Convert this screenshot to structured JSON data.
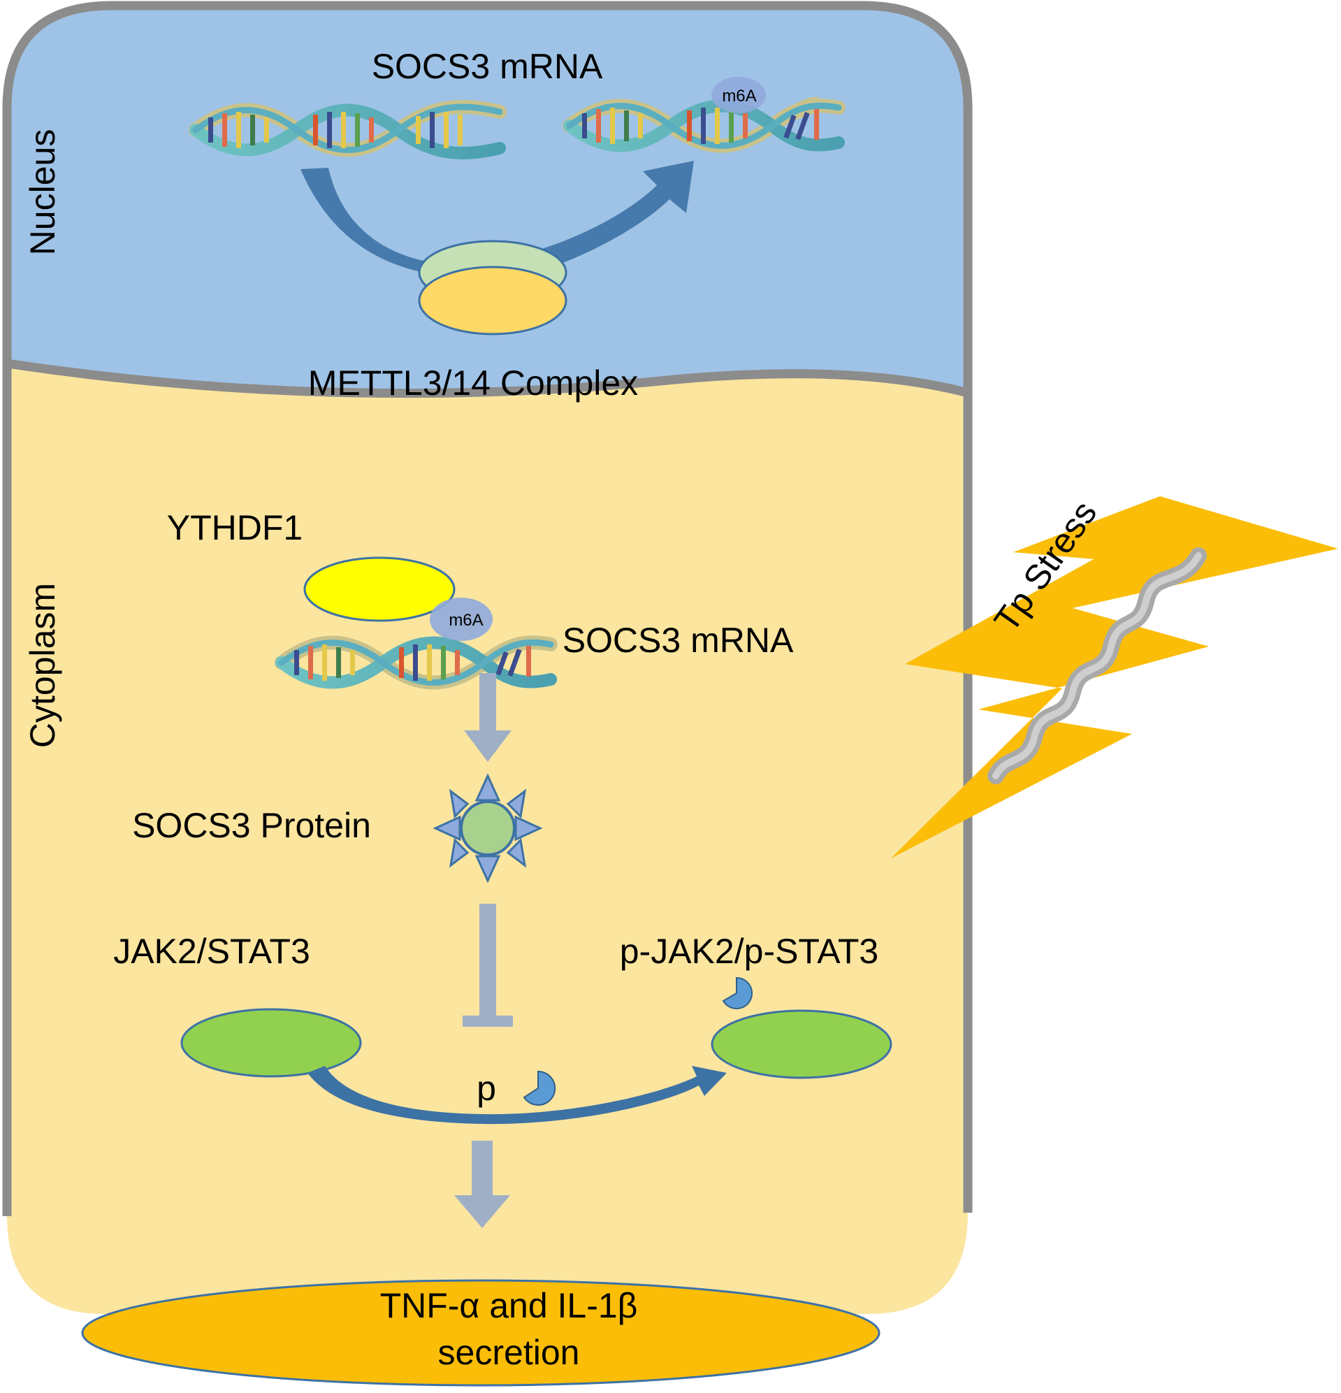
{
  "nucleus": {
    "compartment_label": "Nucleus",
    "mrna_label": "SOCS3 mRNA",
    "m6a_label": "m6A",
    "complex_label": "METTL3/14 Complex"
  },
  "cytoplasm": {
    "compartment_label": "Cytoplasm",
    "reader_label": "YTHDF1",
    "m6a_label": "m6A",
    "mrna_label": "SOCS3 mRNA",
    "protein_label": "SOCS3 Protein",
    "kinase_label": "JAK2/STAT3",
    "phospho_kinase_label": "p-JAK2/p-STAT3",
    "phosphate_label": "p"
  },
  "output": {
    "line1": "TNF-α and IL-1β",
    "line2": "secretion"
  },
  "stimulus": {
    "label": "Tp Stress"
  },
  "colors": {
    "nucleus_fill": "#9fc3e6",
    "cytoplasm_fill": "#fbe59f",
    "membrane": "#8c8c8c",
    "arrow_dark": "#3d72a5",
    "arrow_gray": "#9fb0c6",
    "complex_top": "#c5e0b4",
    "complex_bottom": "#ffd966",
    "ythdf1": "#ffff00",
    "m6a_bubble": "#8faadc",
    "protein": "#a9d18e",
    "kinase": "#92d050",
    "phosphate": "#5b9bd5",
    "output_fill": "#fbbd08",
    "lightning": "#fbbd08"
  }
}
